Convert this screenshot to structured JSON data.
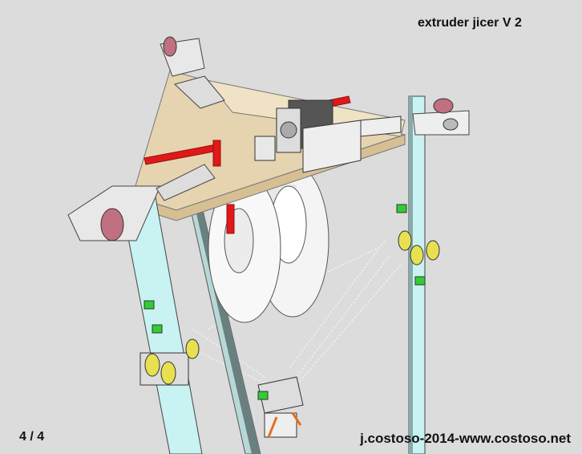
{
  "title": "extruder jicer V 2",
  "page_indicator": "4 / 4",
  "credit": "j.costoso-2014-www.costoso.net",
  "colors": {
    "background": "#dcdcdc",
    "frame": "#c9f2f2",
    "platform": "#e6d3b0",
    "rod": "#e01818",
    "spool": "#f2f2f2",
    "pulley": "#c07080"
  }
}
